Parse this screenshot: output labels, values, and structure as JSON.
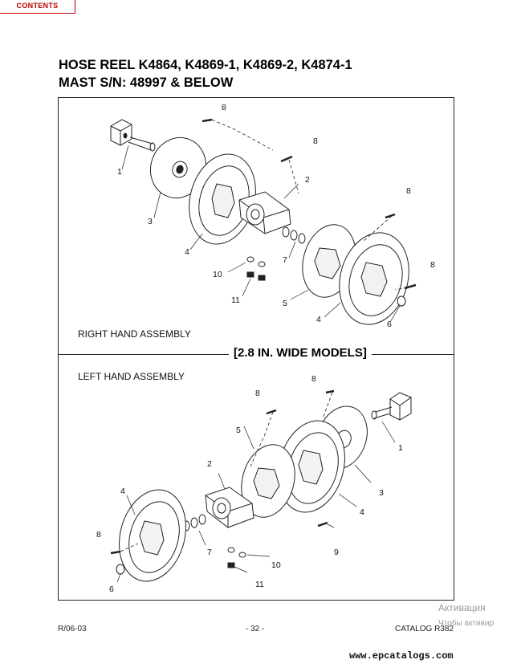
{
  "nav": {
    "contents_label": "CONTENTS"
  },
  "header": {
    "title_line1": "HOSE REEL K4864, K4869-1, K4869-2, K4874-1",
    "title_line2": "MAST S/N: 48997 & BELOW"
  },
  "diagram": {
    "section_label": "[2.8 IN. WIDE MODELS]",
    "right_assembly_label": "RIGHT HAND ASSEMBLY",
    "left_assembly_label": "LEFT HAND ASSEMBLY",
    "right_callouts": [
      "8",
      "8",
      "1",
      "2",
      "3",
      "8",
      "4",
      "7",
      "8",
      "10",
      "11",
      "5",
      "4",
      "6"
    ],
    "left_callouts": [
      "8",
      "8",
      "5",
      "1",
      "2",
      "3",
      "4",
      "4",
      "8",
      "9",
      "7",
      "10",
      "6",
      "11"
    ]
  },
  "footer": {
    "revision": "R/06-03",
    "page": "- 32 -",
    "catalog": "CATALOG R382",
    "watermark_line1": "Активация",
    "watermark_line2": "Чтобы активир",
    "website": "www.epcatalogs.com"
  }
}
